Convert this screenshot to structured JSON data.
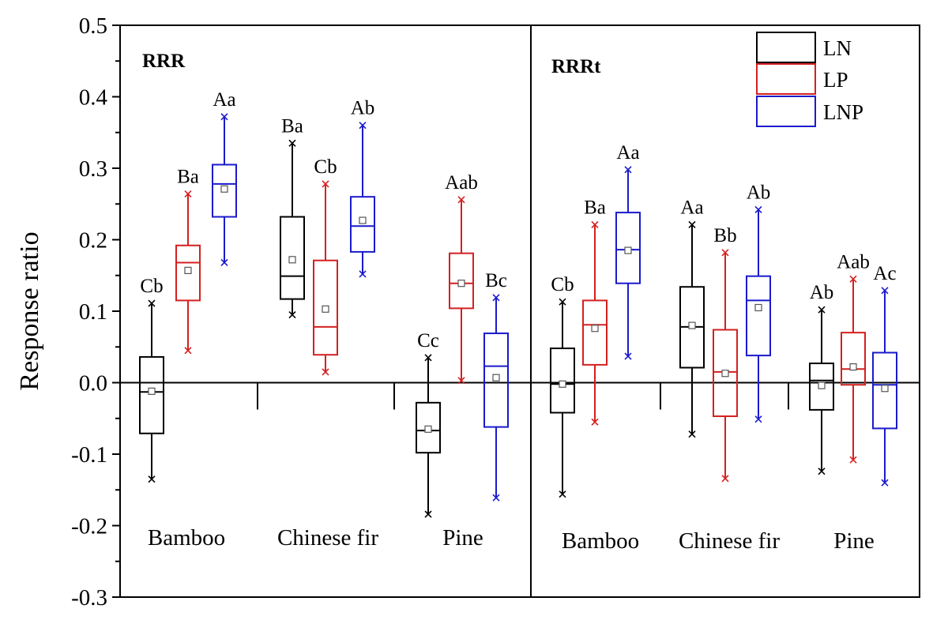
{
  "chart_data": {
    "type": "box",
    "ylabel": "Response ratio",
    "ylim": [
      -0.3,
      0.5
    ],
    "y_ticks": [
      -0.3,
      -0.2,
      -0.1,
      0.0,
      0.1,
      0.2,
      0.3,
      0.4,
      0.5
    ],
    "y_tick_labels": [
      "-0.3",
      "-0.2",
      "-0.1",
      "0.0",
      "0.1",
      "0.2",
      "0.3",
      "0.4",
      "0.5"
    ],
    "grid": false,
    "legend": {
      "position": "top-right",
      "entries": [
        {
          "name": "LN",
          "color": "#000000"
        },
        {
          "name": "LP",
          "color": "#d42020"
        },
        {
          "name": "LNP",
          "color": "#1a1acc"
        }
      ]
    },
    "panels": [
      {
        "title": "RRR",
        "categories": [
          "Bamboo",
          "Chinese fir",
          "Pine"
        ],
        "groups": [
          {
            "category": "Bamboo",
            "boxes": [
              {
                "series": "LN",
                "min": -0.135,
                "q1": -0.071,
                "median": -0.013,
                "q3": 0.036,
                "max": 0.111,
                "mean": -0.012,
                "label": "Cb"
              },
              {
                "series": "LP",
                "min": 0.045,
                "q1": 0.115,
                "median": 0.168,
                "q3": 0.192,
                "max": 0.264,
                "mean": 0.157,
                "label": "Ba"
              },
              {
                "series": "LNP",
                "min": 0.168,
                "q1": 0.232,
                "median": 0.278,
                "q3": 0.305,
                "max": 0.372,
                "mean": 0.271,
                "label": "Aa"
              }
            ]
          },
          {
            "category": "Chinese fir",
            "boxes": [
              {
                "series": "LN",
                "min": 0.095,
                "q1": 0.117,
                "median": 0.149,
                "q3": 0.232,
                "max": 0.335,
                "mean": 0.172,
                "label": "Ba"
              },
              {
                "series": "LP",
                "min": 0.015,
                "q1": 0.039,
                "median": 0.078,
                "q3": 0.171,
                "max": 0.278,
                "mean": 0.103,
                "label": "Cb"
              },
              {
                "series": "LNP",
                "min": 0.152,
                "q1": 0.183,
                "median": 0.219,
                "q3": 0.26,
                "max": 0.36,
                "mean": 0.227,
                "label": "Ab"
              }
            ]
          },
          {
            "category": "Pine",
            "boxes": [
              {
                "series": "LN",
                "min": -0.184,
                "q1": -0.098,
                "median": -0.067,
                "q3": -0.028,
                "max": 0.035,
                "mean": -0.065,
                "label": "Cc"
              },
              {
                "series": "LP",
                "min": 0.003,
                "q1": 0.104,
                "median": 0.139,
                "q3": 0.181,
                "max": 0.256,
                "mean": 0.139,
                "label": "Aab"
              },
              {
                "series": "LNP",
                "min": -0.161,
                "q1": -0.062,
                "median": 0.023,
                "q3": 0.069,
                "max": 0.119,
                "mean": 0.007,
                "label": "Bc"
              }
            ]
          }
        ]
      },
      {
        "title": "RRRt",
        "categories": [
          "Bamboo",
          "Chinese fir",
          "Pine"
        ],
        "groups": [
          {
            "category": "Bamboo",
            "boxes": [
              {
                "series": "LN",
                "min": -0.156,
                "q1": -0.042,
                "median": -0.002,
                "q3": 0.048,
                "max": 0.113,
                "mean": -0.002,
                "label": "Cb"
              },
              {
                "series": "LP",
                "min": -0.055,
                "q1": 0.025,
                "median": 0.081,
                "q3": 0.115,
                "max": 0.221,
                "mean": 0.076,
                "label": "Ba"
              },
              {
                "series": "LNP",
                "min": 0.037,
                "q1": 0.139,
                "median": 0.186,
                "q3": 0.238,
                "max": 0.298,
                "mean": 0.185,
                "label": "Aa"
              }
            ]
          },
          {
            "category": "Chinese fir",
            "boxes": [
              {
                "series": "LN",
                "min": -0.072,
                "q1": 0.021,
                "median": 0.078,
                "q3": 0.134,
                "max": 0.221,
                "mean": 0.08,
                "label": "Aa"
              },
              {
                "series": "LP",
                "min": -0.134,
                "q1": -0.047,
                "median": 0.015,
                "q3": 0.074,
                "max": 0.182,
                "mean": 0.013,
                "label": "Bb"
              },
              {
                "series": "LNP",
                "min": -0.051,
                "q1": 0.038,
                "median": 0.115,
                "q3": 0.149,
                "max": 0.242,
                "mean": 0.105,
                "label": "Ab"
              }
            ]
          },
          {
            "category": "Pine",
            "boxes": [
              {
                "series": "LN",
                "min": -0.124,
                "q1": -0.038,
                "median": 0.003,
                "q3": 0.027,
                "max": 0.102,
                "mean": -0.004,
                "label": "Ab"
              },
              {
                "series": "LP",
                "min": -0.108,
                "q1": -0.003,
                "median": 0.019,
                "q3": 0.07,
                "max": 0.145,
                "mean": 0.022,
                "label": "Aab"
              },
              {
                "series": "LNP",
                "min": -0.14,
                "q1": -0.064,
                "median": -0.003,
                "q3": 0.042,
                "max": 0.129,
                "mean": -0.008,
                "label": "Ac"
              }
            ]
          }
        ]
      }
    ]
  }
}
